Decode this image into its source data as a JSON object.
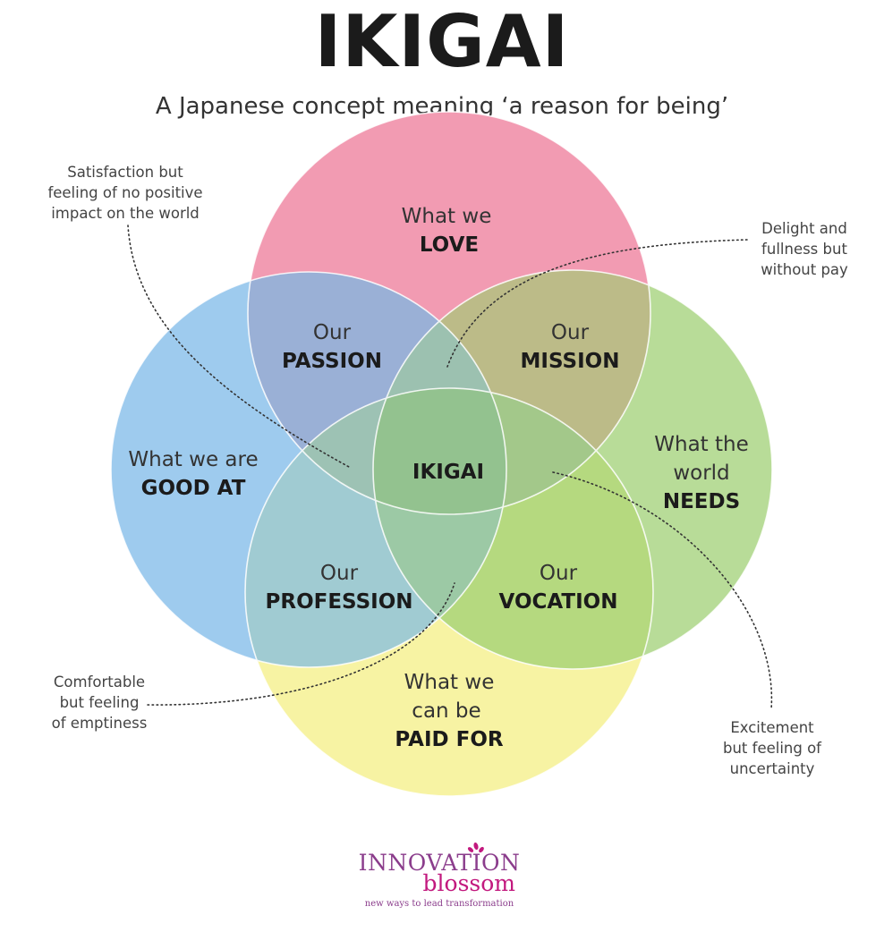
{
  "title": "IKIGAI",
  "subtitle": "A Japanese concept meaning ‘a reason for being’",
  "circles": {
    "love": {
      "light": "What we",
      "bold": "LOVE",
      "color": "#f29bb2"
    },
    "good_at": {
      "light": "What we are",
      "bold": "GOOD AT",
      "color": "#9ecbee"
    },
    "needs": {
      "light1": "What the",
      "light2": "world",
      "bold": "NEEDS",
      "color": "#b8dc98"
    },
    "paid": {
      "light1": "What we",
      "light2": "can be",
      "bold": "PAID FOR",
      "color": "#f7f3a3"
    }
  },
  "overlaps": {
    "passion": {
      "light": "Our",
      "bold": "PASSION"
    },
    "mission": {
      "light": "Our",
      "bold": "MISSION"
    },
    "profession": {
      "light": "Our",
      "bold": "PROFESSION"
    },
    "vocation": {
      "light": "Our",
      "bold": "VOCATION"
    },
    "center": "IKIGAI"
  },
  "notes": {
    "top_left": [
      "Satisfaction but",
      "feeling of no positive",
      "impact on the world"
    ],
    "top_right": [
      "Delight and",
      "fullness but",
      "without pay"
    ],
    "bottom_left": [
      "Comfortable",
      "but feeling",
      "of emptiness"
    ],
    "bottom_right": [
      "Excitement",
      "but feeling of",
      "uncertainty"
    ]
  },
  "logo": {
    "line1": "INNOVATION",
    "line2": "blossom",
    "tagline": "new ways to lead transformation"
  }
}
